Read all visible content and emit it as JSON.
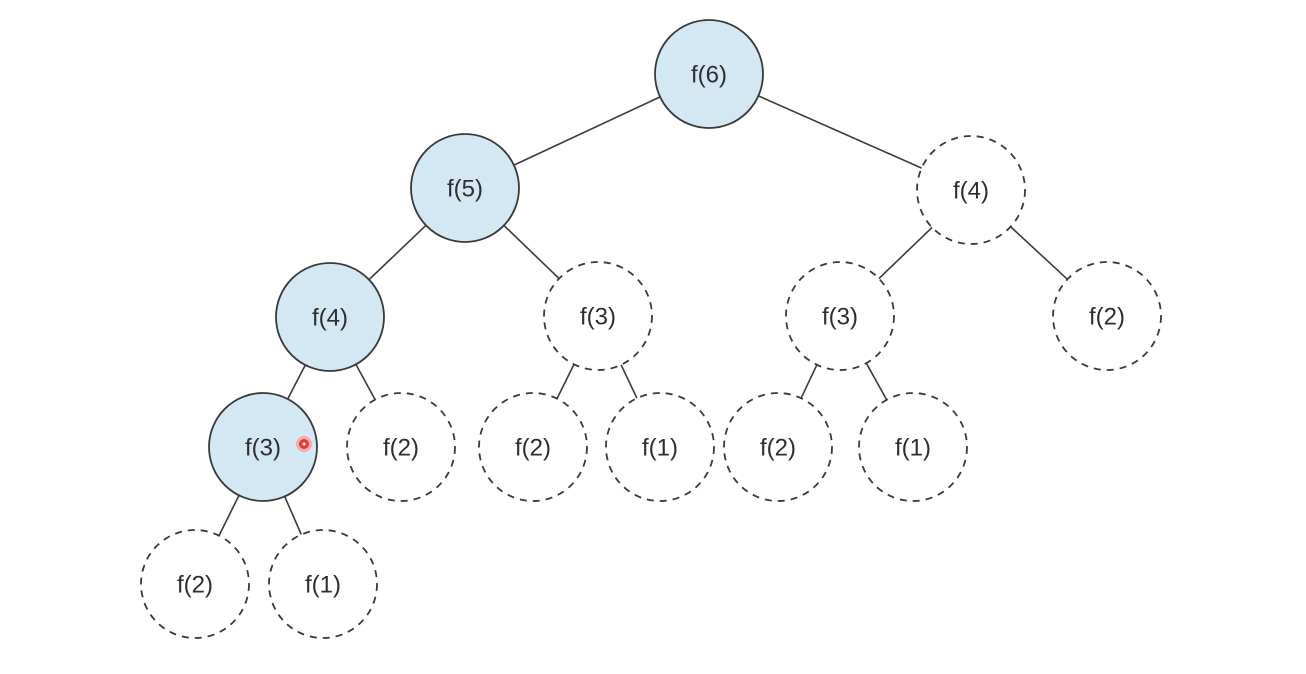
{
  "diagram": {
    "colors": {
      "computed_fill": "#d4e8f4",
      "pending_fill": "#ffffff",
      "stroke": "#3a3a3a",
      "cursor": "#e53935"
    },
    "nodes": [
      {
        "id": "n6",
        "label": "f(6)",
        "status": "computed"
      },
      {
        "id": "n5",
        "label": "f(5)",
        "status": "computed"
      },
      {
        "id": "n4r",
        "label": "f(4)",
        "status": "pending"
      },
      {
        "id": "n4",
        "label": "f(4)",
        "status": "computed"
      },
      {
        "id": "n3m",
        "label": "f(3)",
        "status": "pending"
      },
      {
        "id": "n3r",
        "label": "f(3)",
        "status": "pending"
      },
      {
        "id": "n2rr",
        "label": "f(2)",
        "status": "pending"
      },
      {
        "id": "n3",
        "label": "f(3)",
        "status": "computed"
      },
      {
        "id": "n2a",
        "label": "f(2)",
        "status": "pending"
      },
      {
        "id": "n2b",
        "label": "f(2)",
        "status": "pending"
      },
      {
        "id": "n1b",
        "label": "f(1)",
        "status": "pending"
      },
      {
        "id": "n2c",
        "label": "f(2)",
        "status": "pending"
      },
      {
        "id": "n1c",
        "label": "f(1)",
        "status": "pending"
      },
      {
        "id": "n2d",
        "label": "f(2)",
        "status": "pending"
      },
      {
        "id": "n1d",
        "label": "f(1)",
        "status": "pending"
      }
    ],
    "edges": [
      {
        "from": "n6",
        "to": "n5"
      },
      {
        "from": "n6",
        "to": "n4r"
      },
      {
        "from": "n5",
        "to": "n4"
      },
      {
        "from": "n5",
        "to": "n3m"
      },
      {
        "from": "n4r",
        "to": "n3r"
      },
      {
        "from": "n4r",
        "to": "n2rr"
      },
      {
        "from": "n4",
        "to": "n3"
      },
      {
        "from": "n4",
        "to": "n2a"
      },
      {
        "from": "n3m",
        "to": "n2b"
      },
      {
        "from": "n3m",
        "to": "n1b"
      },
      {
        "from": "n3r",
        "to": "n2c"
      },
      {
        "from": "n3r",
        "to": "n1c"
      },
      {
        "from": "n3",
        "to": "n2d"
      },
      {
        "from": "n3",
        "to": "n1d"
      }
    ],
    "cursor": {
      "on_node": "n3",
      "icon": "pointer-dot-icon"
    }
  }
}
